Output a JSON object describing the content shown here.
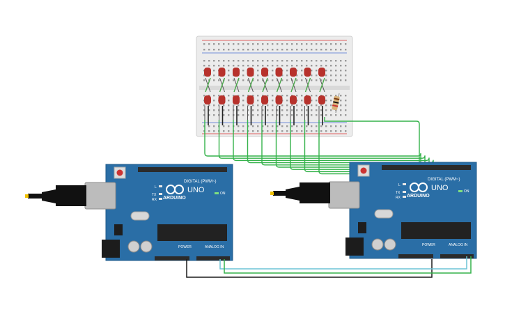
{
  "colors": {
    "board": "#2a6ea6",
    "board_edge": "#1f5a8a",
    "header": "#2b2b2b",
    "chip": "#222222",
    "led": "#b7322c",
    "led_lead": "#4aa84a",
    "wire_green": "#34b24a",
    "wire_cyan": "#6cc3d5",
    "wire_black": "#1a1a1a",
    "breadboard": "#ececec",
    "rail_red": "#d33",
    "rail_blue": "#4a6fd1"
  },
  "arduino_left": {
    "brand": "ARDUINO",
    "model": "UNO",
    "digital_label": "DIGITAL (PWM~)",
    "power_label": "POWER",
    "analog_label": "ANALOG IN",
    "on_label": "ON",
    "tx_label": "TX",
    "rx_label": "RX",
    "l_label": "L"
  },
  "arduino_right": {
    "brand": "ARDUINO",
    "model": "UNO",
    "digital_label": "DIGITAL (PWM~)",
    "power_label": "POWER",
    "analog_label": "ANALOG IN",
    "on_label": "ON",
    "tx_label": "TX",
    "rx_label": "RX",
    "l_label": "L"
  },
  "leds": {
    "count": 9
  }
}
